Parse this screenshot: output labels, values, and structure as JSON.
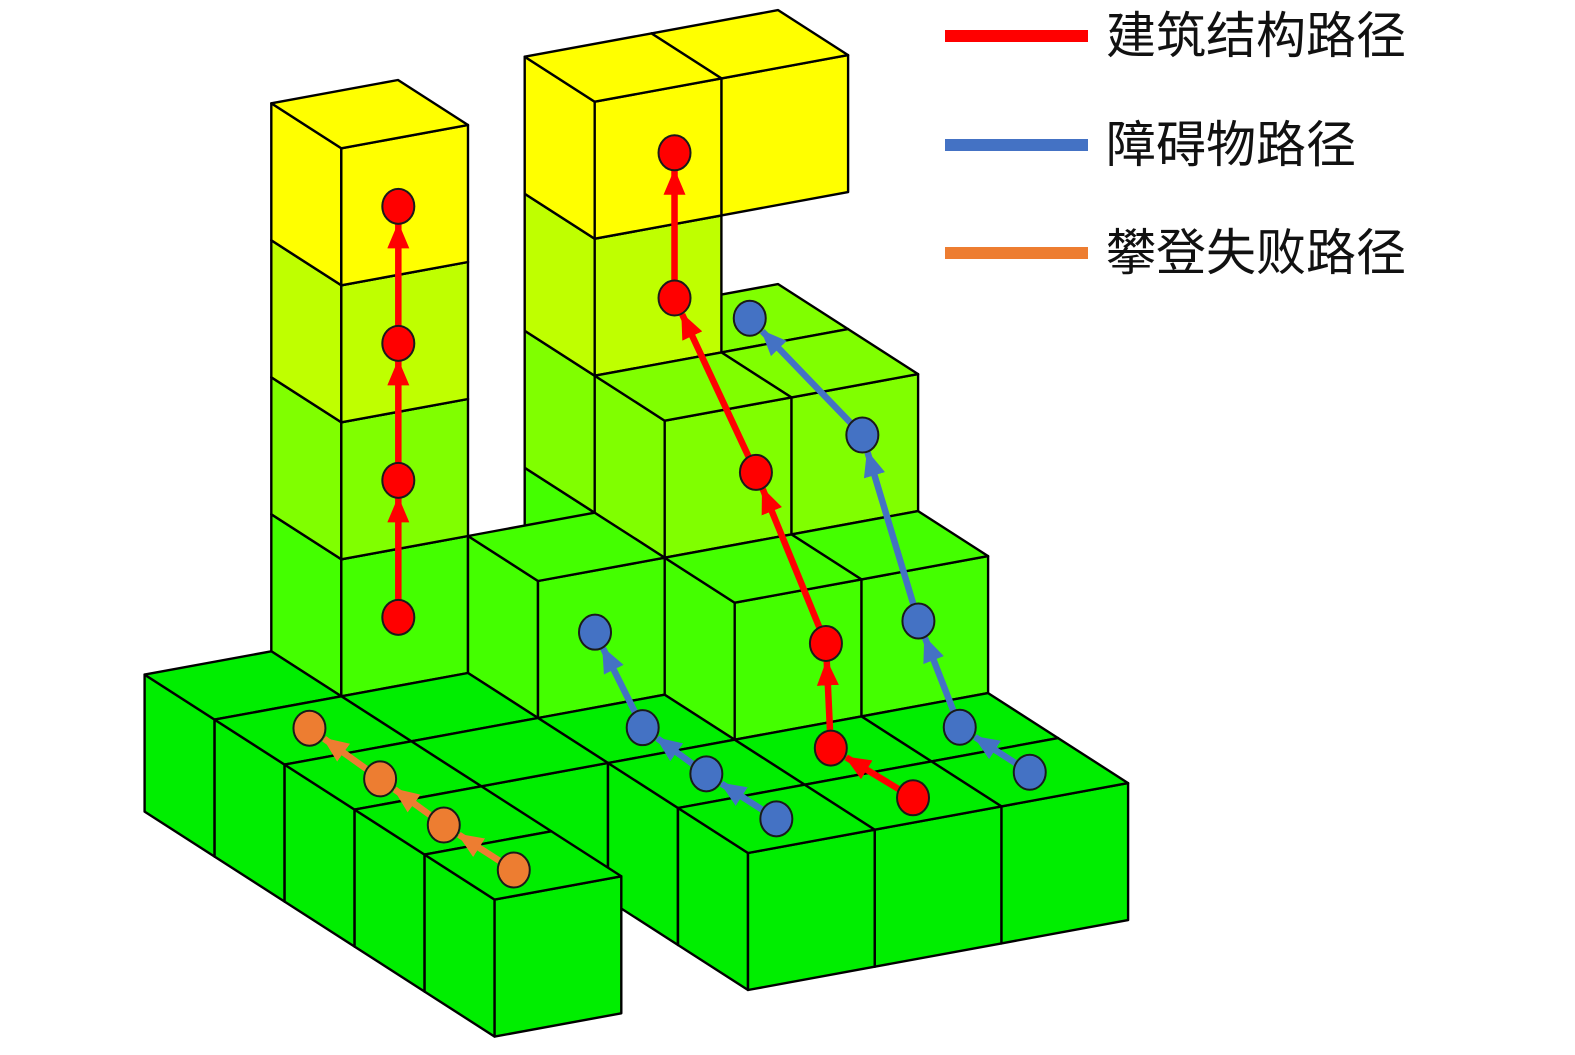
{
  "legend": [
    {
      "label": "建筑结构路径",
      "color": "#ff0000"
    },
    {
      "label": "障碍物路径",
      "color": "#4472c4"
    },
    {
      "label": "攀登失败路径",
      "color": "#ed7d31"
    }
  ],
  "layer_colors": [
    "#00ee00",
    "#44ff00",
    "#80ff00",
    "#bfff00",
    "#ffff00"
  ],
  "voxels": [
    [
      -2,
      0,
      0
    ],
    [
      -2,
      1,
      0
    ],
    [
      -2,
      2,
      0
    ],
    [
      -2,
      3,
      0
    ],
    [
      -2,
      4,
      0
    ],
    [
      -1,
      2,
      0
    ],
    [
      -1,
      3,
      0
    ],
    [
      -1,
      4,
      0
    ],
    [
      0,
      0,
      0
    ],
    [
      0,
      1,
      0
    ],
    [
      0,
      2,
      0
    ],
    [
      0,
      3,
      0
    ],
    [
      0,
      4,
      0
    ],
    [
      1,
      0,
      0
    ],
    [
      1,
      1,
      0
    ],
    [
      1,
      2,
      0
    ],
    [
      1,
      3,
      0
    ],
    [
      1,
      4,
      0
    ],
    [
      2,
      0,
      0
    ],
    [
      2,
      1,
      0
    ],
    [
      2,
      2,
      0
    ],
    [
      2,
      3,
      0
    ],
    [
      2,
      4,
      0
    ],
    [
      -1,
      4,
      1
    ],
    [
      -1,
      4,
      2
    ],
    [
      -1,
      4,
      3
    ],
    [
      -1,
      4,
      4
    ],
    [
      0,
      3,
      1
    ],
    [
      1,
      2,
      1
    ],
    [
      1,
      3,
      1
    ],
    [
      1,
      3,
      2
    ],
    [
      1,
      4,
      1
    ],
    [
      1,
      4,
      2
    ],
    [
      1,
      4,
      3
    ],
    [
      1,
      4,
      4
    ],
    [
      2,
      2,
      1
    ],
    [
      2,
      3,
      1
    ],
    [
      2,
      3,
      2
    ],
    [
      2,
      4,
      1
    ],
    [
      2,
      4,
      2
    ],
    [
      2,
      4,
      4
    ]
  ],
  "paths": [
    {
      "name": "building-path-left-tower",
      "legend": 0,
      "color": "#ff0000",
      "points": [
        [
          -0.55,
          4,
          1.5
        ],
        [
          -0.55,
          4,
          2.5
        ],
        [
          -0.55,
          4,
          3.5
        ],
        [
          -0.55,
          4,
          4.5
        ]
      ]
    },
    {
      "name": "building-path-right-tower",
      "legend": 0,
      "color": "#ff0000",
      "points": [
        [
          1.54,
          0.43,
          1
        ],
        [
          1.51,
          1.55,
          1
        ],
        [
          1.72,
          2,
          1.58
        ],
        [
          1.72,
          3,
          2.5
        ],
        [
          1.63,
          4,
          3.46
        ],
        [
          1.63,
          4,
          4.52
        ]
      ]
    },
    {
      "name": "obstacle-path-right",
      "legend": 1,
      "color": "#4472c4",
      "points": [
        [
          2.5,
          0.5,
          1
        ],
        [
          2.5,
          1.5,
          1
        ],
        [
          2.45,
          2,
          1.62
        ],
        [
          2.56,
          3,
          2.63
        ],
        [
          2.5,
          4.5,
          3
        ]
      ]
    },
    {
      "name": "obstacle-path-middle",
      "legend": 1,
      "color": "#4472c4",
      "points": [
        [
          0.5,
          0.5,
          1
        ],
        [
          0.5,
          1.5,
          1
        ],
        [
          0.55,
          2.5,
          1
        ],
        [
          0.45,
          3,
          1.55
        ]
      ]
    },
    {
      "name": "climb-failure-path",
      "legend": 2,
      "color": "#ed7d31",
      "points": [
        [
          -1.6,
          0.45,
          1
        ],
        [
          -1.6,
          1.45,
          1
        ],
        [
          -1.55,
          2.45,
          1
        ],
        [
          -1.5,
          3.55,
          1
        ]
      ]
    }
  ]
}
